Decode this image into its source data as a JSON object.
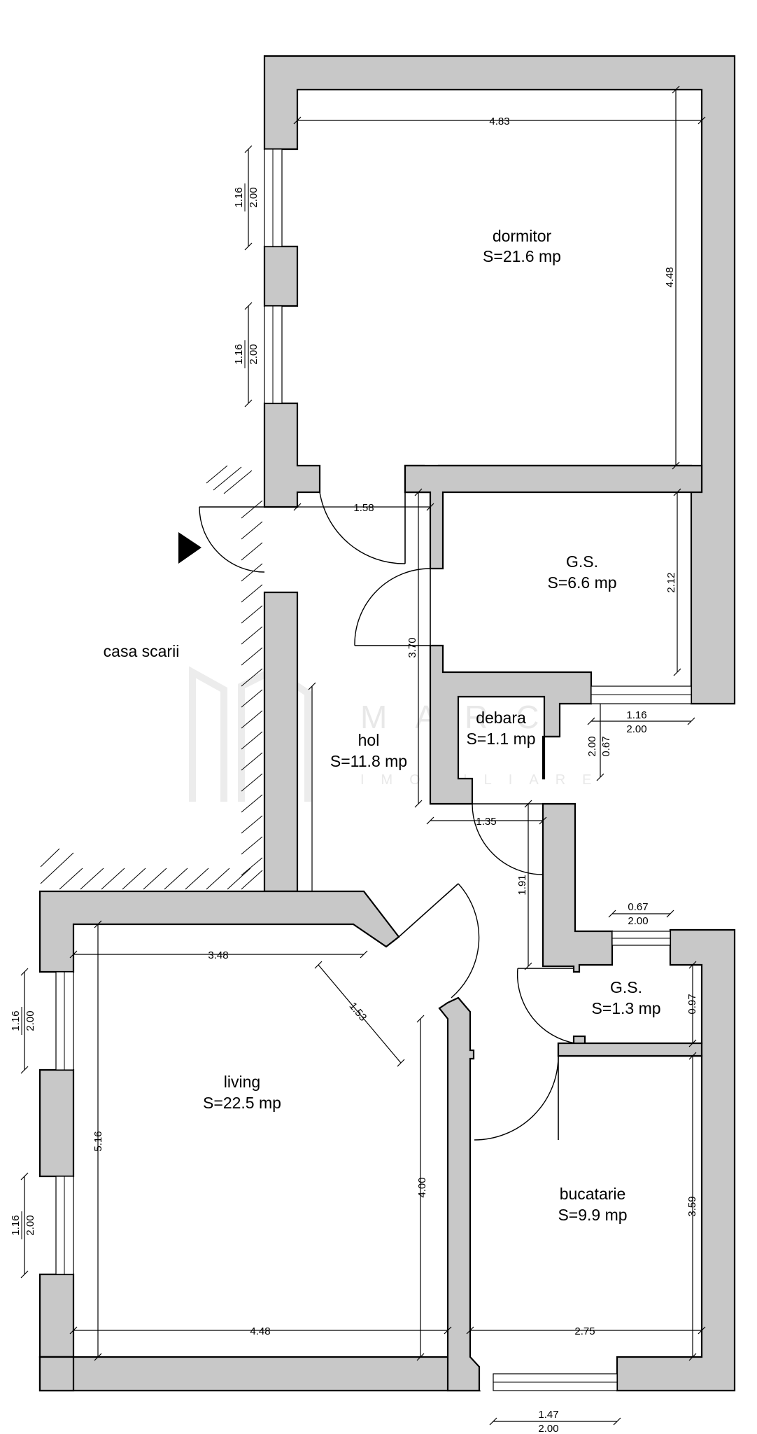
{
  "outside_label": "casa scarii",
  "watermark": {
    "name": "MARC",
    "subtitle": "IMOBILIARE"
  },
  "rooms": [
    {
      "name": "dormitor",
      "area": "S=21.6 mp"
    },
    {
      "name": "G.S.",
      "area": "S=6.6 mp"
    },
    {
      "name": "debara",
      "area": "S=1.1 mp"
    },
    {
      "name": "hol",
      "area": "S=11.8 mp"
    },
    {
      "name": "living",
      "area": "S=22.5 mp"
    },
    {
      "name": "G.S.",
      "area": "S=1.3 mp"
    },
    {
      "name": "bucatarie",
      "area": "S=9.9 mp"
    }
  ],
  "dimensions": {
    "dormitor_width": "4.83",
    "dormitor_depth": "4.48",
    "hol_door_width": "1.58",
    "gs_depth": "2.12",
    "hol_length": "3.70",
    "debara_width": "1.35",
    "corridor_length": "1.91",
    "living_top_width": "3.48",
    "living_diag": "1.53",
    "living_depth": "5.16",
    "living_inner_depth": "4.00",
    "living_bottom_width": "4.48",
    "kitchen_width": "2.75",
    "kitchen_depth": "3.59",
    "small_gs_depth": "0.97",
    "win_gs_w": "1.16",
    "win_gs_h": "2.00",
    "win_deb_w": "0.67",
    "win_deb_h": "2.00",
    "win_sgs_w": "0.67",
    "win_sgs_h": "2.00",
    "win_kit_w": "1.47",
    "win_kit_h": "2.00",
    "win_dorm1_w": "1.16",
    "win_dorm1_h": "2.00",
    "win_dorm2_w": "1.16",
    "win_dorm2_h": "2.00",
    "win_liv1_w": "1.16",
    "win_liv1_h": "2.00",
    "win_liv2_w": "1.16",
    "win_liv2_h": "2.00"
  }
}
